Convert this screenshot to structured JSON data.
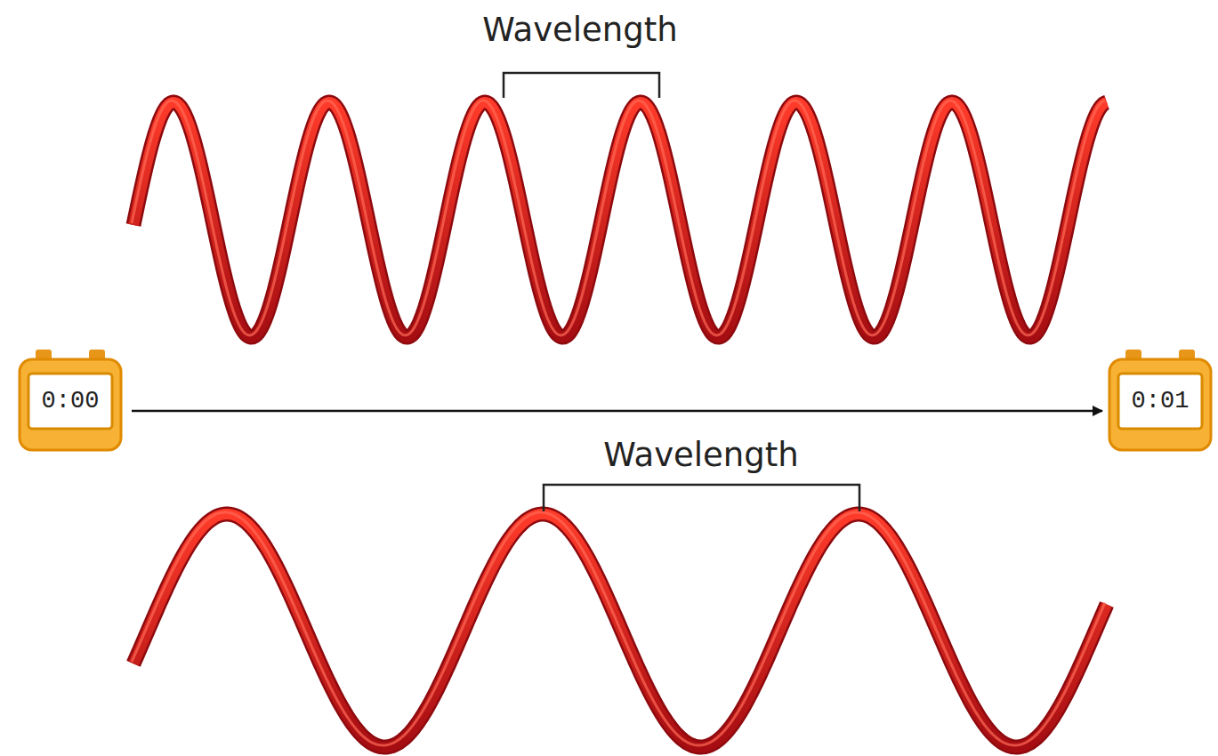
{
  "diagram": {
    "nodes": [
      {
        "text": [
          "0:00"
        ]
      },
      {
        "text": [
          "0:01"
        ]
      }
    ],
    "edges": [
      {
        "from": 0,
        "to": 1,
        "arrow": "to"
      }
    ],
    "labels": [
      "Wavelength",
      "Wavelength"
    ]
  }
}
